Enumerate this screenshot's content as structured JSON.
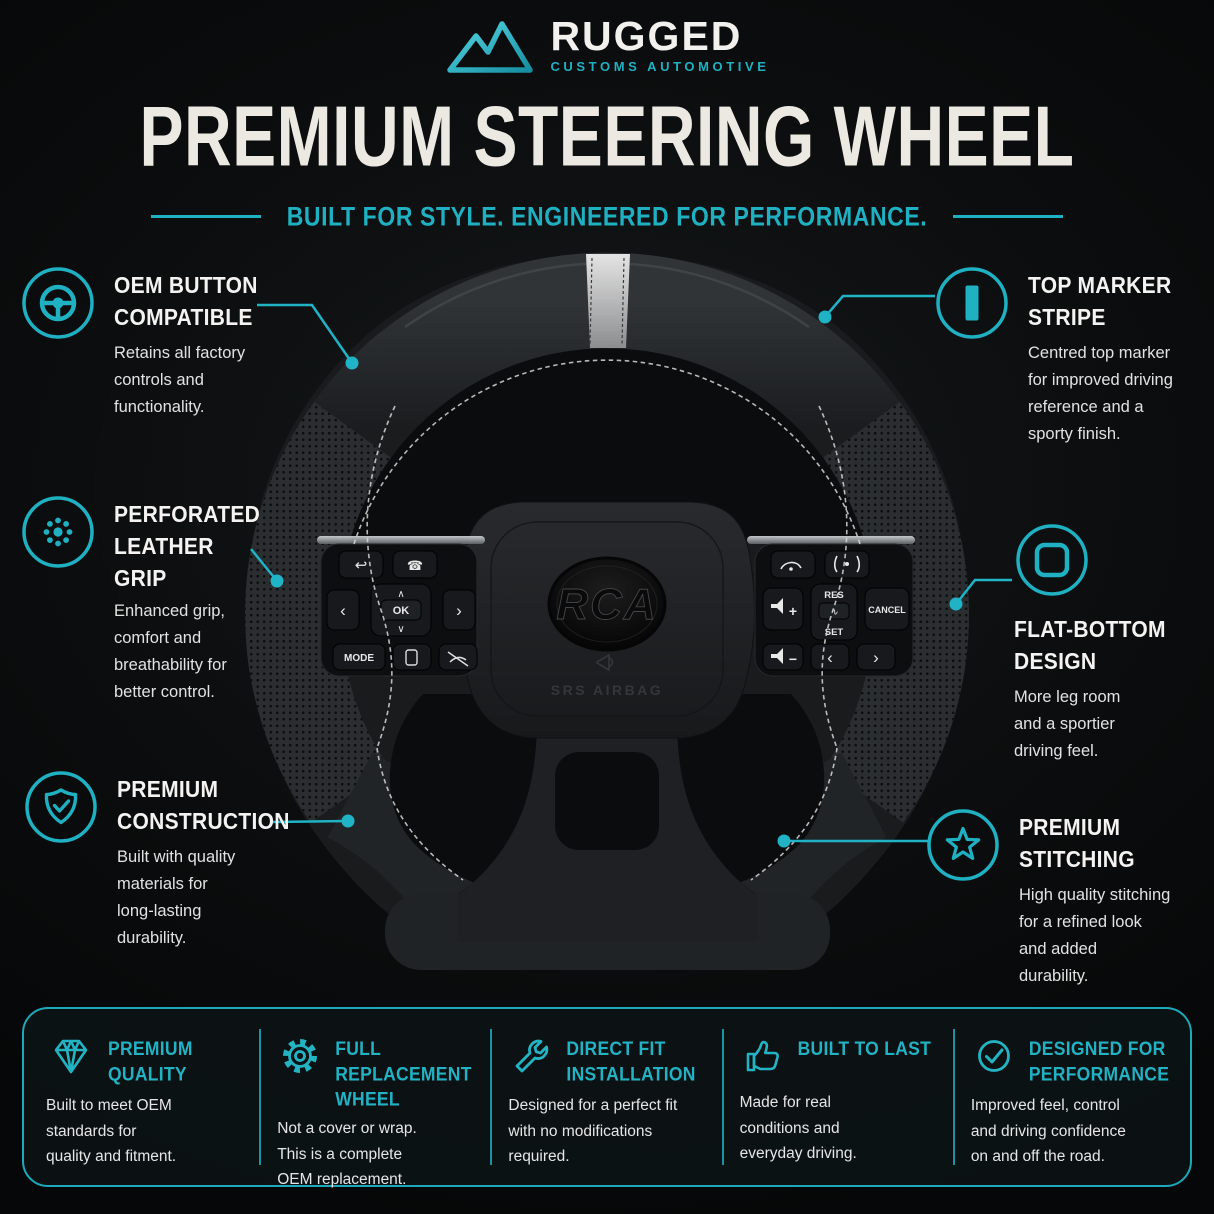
{
  "colors": {
    "accent": "#1fb0c2",
    "title": "#ece9e2",
    "body": "#e2e2e2",
    "background": "#0a0c0d"
  },
  "brand": {
    "name": "RUGGED",
    "tagline": "CUSTOMS AUTOMOTIVE",
    "logo_icon": "mountain-icon"
  },
  "header": {
    "title": "PREMIUM STEERING WHEEL",
    "subtitle": "BUILT FOR STYLE. ENGINEERED FOR PERFORMANCE."
  },
  "wheel": {
    "center_logo": "RCA",
    "airbag_label": "SRS AIRBAG",
    "left_cluster": {
      "ok": "OK",
      "mode": "MODE",
      "up": "∧",
      "down": "∨",
      "left": "‹",
      "right": "›",
      "back_glyph": "↩",
      "phone_glyph": "☎"
    },
    "right_cluster": {
      "res": "RES",
      "set": "SET",
      "cancel": "CANCEL",
      "vol_up": "+",
      "vol_down": "−",
      "left": "‹",
      "right": "›"
    }
  },
  "callouts": {
    "left": [
      {
        "icon": "steering-wheel-icon",
        "title": "OEM BUTTON\nCOMPATIBLE",
        "body": "Retains all factory\ncontrols and\nfunctionality."
      },
      {
        "icon": "perforation-dots-icon",
        "title": "PERFORATED\nLEATHER GRIP",
        "body": "Enhanced grip,\ncomfort and\nbreathability for\nbetter control."
      },
      {
        "icon": "shield-check-icon",
        "title": "PREMIUM\nCONSTRUCTION",
        "body": "Built with quality\nmaterials for\nlong-lasting\ndurability."
      }
    ],
    "right": [
      {
        "icon": "marker-stripe-icon",
        "title": "TOP MARKER\nSTRIPE",
        "body": "Centred top marker\nfor improved driving\nreference and a\nsporty finish."
      },
      {
        "icon": "rounded-square-icon",
        "title": "FLAT-BOTTOM\nDESIGN",
        "body": "More leg room\nand a sportier\ndriving feel."
      },
      {
        "icon": "star-icon",
        "title": "PREMIUM\nSTITCHING",
        "body": "High quality stitching\nfor a refined look\nand added\ndurability."
      }
    ]
  },
  "footer": {
    "features": [
      {
        "icon": "diamond-icon",
        "title": "PREMIUM QUALITY",
        "body": "Built to meet OEM\nstandards for\nquality and fitment."
      },
      {
        "icon": "gear-icon",
        "title": "FULL REPLACEMENT\nWHEEL",
        "body": "Not a cover or wrap.\nThis is a complete\nOEM replacement."
      },
      {
        "icon": "wrench-icon",
        "title": "DIRECT FIT\nINSTALLATION",
        "body": "Designed for a perfect fit\nwith no modifications\nrequired."
      },
      {
        "icon": "thumbs-up-icon",
        "title": "BUILT TO LAST",
        "body": "Made for real\nconditions and\neveryday driving."
      },
      {
        "icon": "check-circle-icon",
        "title": "DESIGNED FOR\nPERFORMANCE",
        "body": "Improved feel, control\nand driving confidence\non and off the road."
      }
    ]
  }
}
